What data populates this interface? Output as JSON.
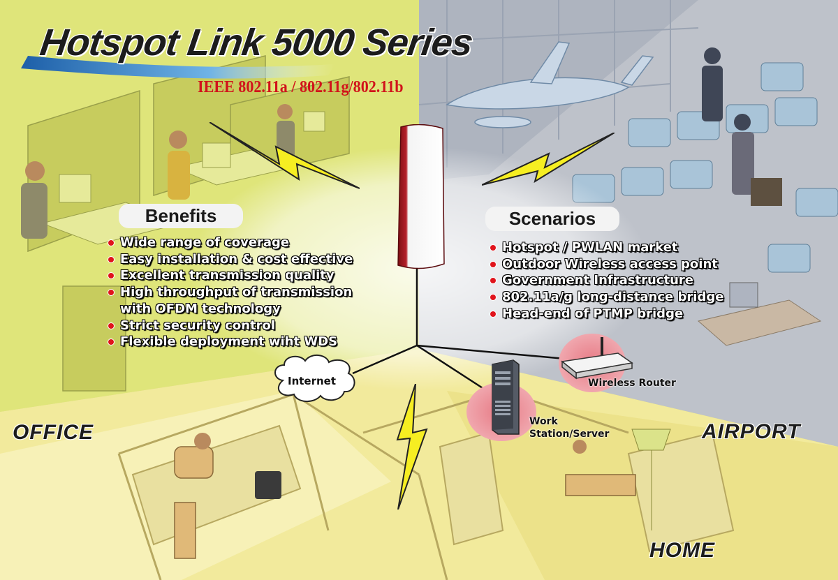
{
  "title": "Hotspot Link 5000 Series",
  "subtitle": "IEEE  802.11a / 802.11g/802.11b",
  "benefits": {
    "heading": "Benefits",
    "items": [
      "Wide range of coverage",
      "Easy installation & cost effective",
      "Excellent transmission quality",
      "High throughput of transmission",
      "with OFDM technology",
      "Strict security control",
      "Flexible deployment wiht WDS"
    ]
  },
  "scenarios": {
    "heading": "Scenarios",
    "items": [
      "Hotspot / PWLAN market",
      "Outdoor Wireless access point",
      "Government Infrastructure",
      "802.11a/g long-distance bridge",
      "Head-end of PTMP bridge"
    ]
  },
  "zones": {
    "office": "OFFICE",
    "airport": "AIRPORT",
    "home": "HOME"
  },
  "nodes": {
    "internet": "Internet",
    "router": "Wireless  Router",
    "server_line1": "Work",
    "server_line2": "Station/Server"
  },
  "colors": {
    "office_bg": "#dfe57a",
    "airport_bg": "#b9bcc4",
    "home_bg": "#f1e99a",
    "title_text": "#1c1c1c",
    "subtitle_text": "#d1131b",
    "bullet": "#e0141c",
    "lightning": "#f6ee22",
    "device_accent": "#8c1418"
  },
  "icons": [
    "lightning-icon",
    "cloud-icon",
    "router-icon",
    "server-icon",
    "access-point-icon"
  ]
}
